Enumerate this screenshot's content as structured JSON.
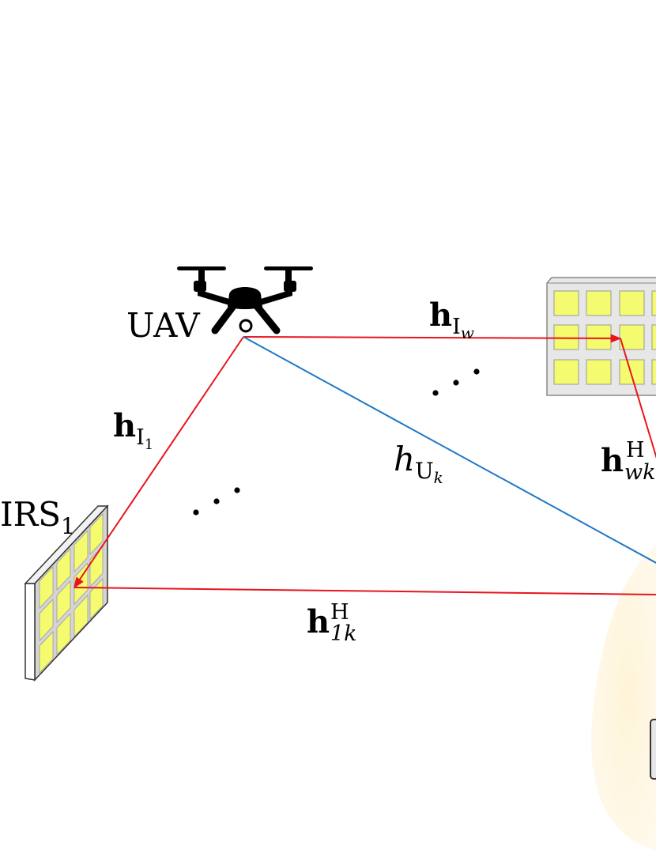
{
  "labels": {
    "uav": "UAV",
    "irs1": "IRS",
    "irs1_sub": "1",
    "h_I1": "h",
    "h_I1_sub_main": "I",
    "h_I1_sub_sub": "1",
    "h_Iw": "h",
    "h_Iw_sub_main": "I",
    "h_Iw_sub_sub": "w",
    "h_Uk": "h",
    "h_Uk_sub_main": "U",
    "h_Uk_sub_sub": "k",
    "h_1k": "h",
    "h_1k_sup": "H",
    "h_1k_sub": "1k",
    "h_wk": "h",
    "h_wk_sup": "H",
    "h_wk_sub": "wk"
  },
  "colors": {
    "reflect_link": "#e8141e",
    "direct_link": "#1f77c4",
    "irs_element": "#f4fb6e",
    "irs_frame": "#d4d4d4",
    "user_region": "#fff8e6"
  },
  "icons": {
    "uav": "drone-icon",
    "irs": "reflecting-surface-icon",
    "user": "user-device-icon"
  }
}
